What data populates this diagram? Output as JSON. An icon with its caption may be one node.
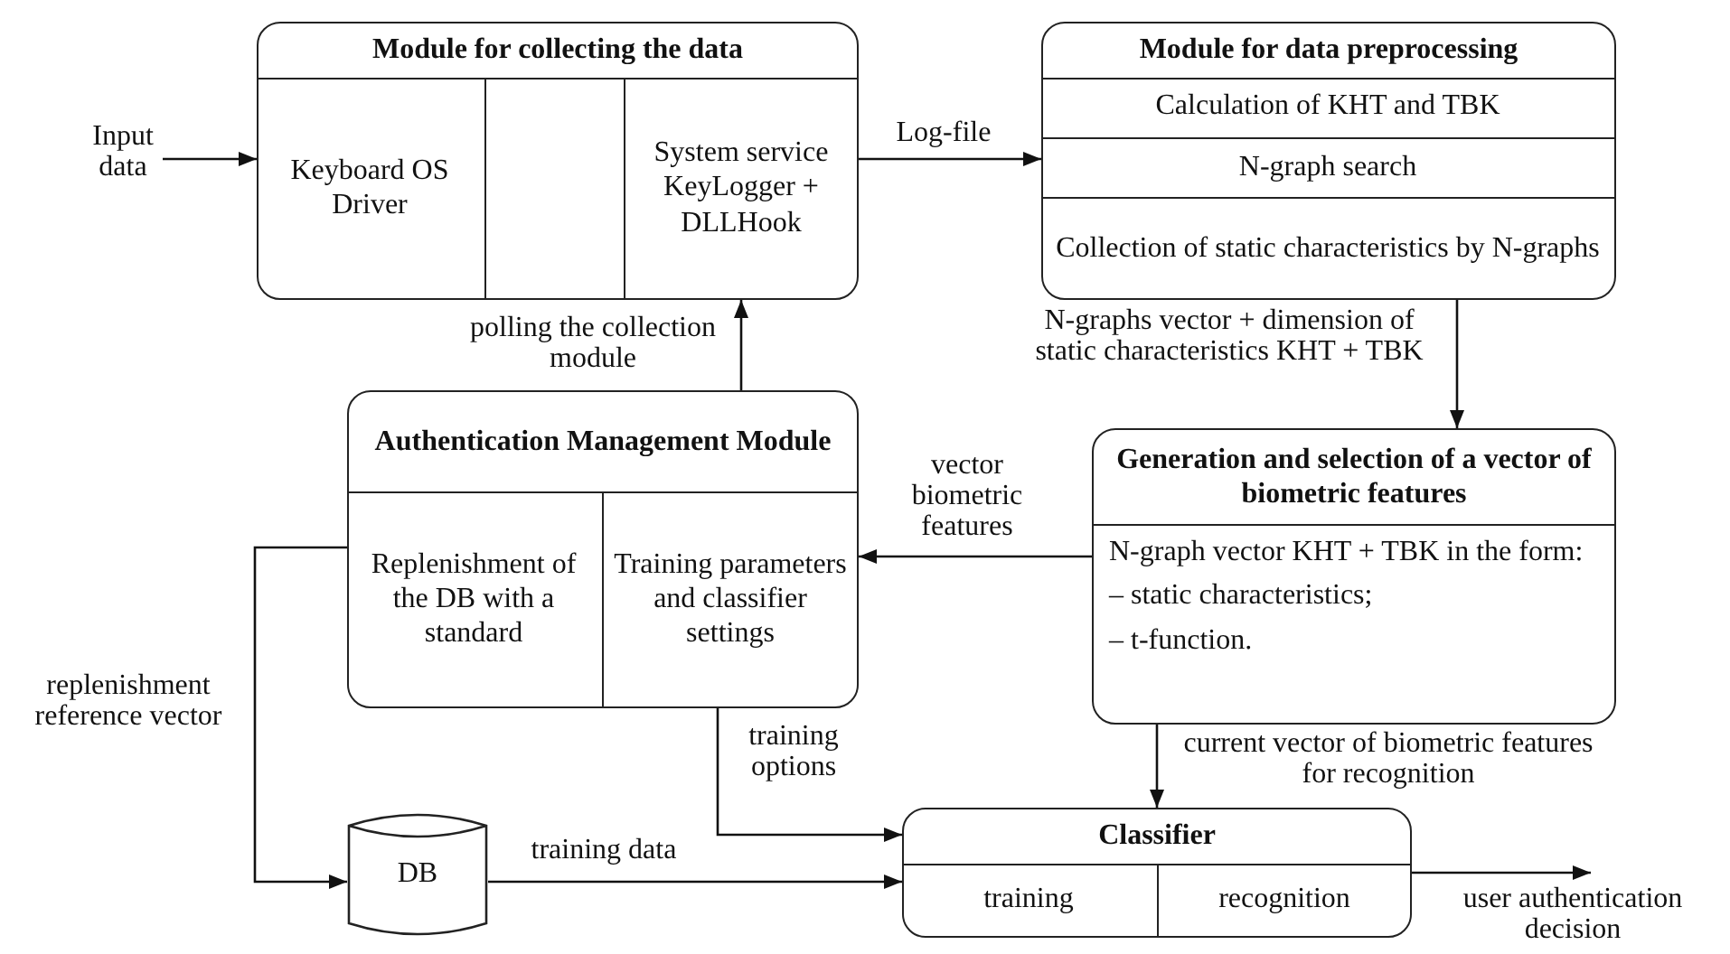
{
  "diagram": {
    "nodes": [
      {
        "text": [
          "Module for collecting the data"
        ]
      },
      {
        "text": [
          "Keyboard OS Driver"
        ],
        "in": 0
      },
      {
        "text": [],
        "shape": "box",
        "in": 0
      },
      {
        "text": [
          "System service KeyLogger + DLLHook"
        ],
        "in": 0
      },
      {
        "text": [
          "Module for data preprocessing"
        ]
      },
      {
        "text": [
          "Calculation of KHT and TBK"
        ],
        "in": 4
      },
      {
        "text": [
          "N-graph search"
        ],
        "in": 4
      },
      {
        "text": [
          "Collection of static characteristics by N-graphs"
        ],
        "in": 4
      },
      {
        "text": [
          "Authentication Management Module"
        ]
      },
      {
        "text": [
          "Replenishment of the DB with a standard"
        ],
        "in": 8
      },
      {
        "text": [
          "Training parameters and classifier settings"
        ],
        "in": 8
      },
      {
        "text": [
          "Generation and selection of a vector of biometric features"
        ]
      },
      {
        "text": [
          "N-graph vector KHT + TBK in the form:",
          "– static characteristics;",
          "– t-function."
        ],
        "in": 11
      },
      {
        "text": [
          "DB"
        ]
      },
      {
        "text": [
          "Classifier"
        ]
      },
      {
        "text": [
          "training"
        ],
        "in": 14
      },
      {
        "text": [
          "recognition"
        ],
        "in": 14
      }
    ],
    "edges": [
      {
        "from": null,
        "to": 1,
        "arrow": "to",
        "label": "Input data"
      },
      {
        "from": 0,
        "to": 4,
        "arrow": "to",
        "label": "Log-file"
      },
      {
        "from": 8,
        "to": 3,
        "arrow": "to",
        "label": "polling the collection module"
      },
      {
        "from": 7,
        "to": 11,
        "arrow": "to",
        "label": "N-graphs vector + dimension of static characteristics KHT + TBK"
      },
      {
        "from": 12,
        "to": 10,
        "arrow": "to",
        "label": "vector biometric features"
      },
      {
        "from": 9,
        "to": 13,
        "arrow": "to",
        "label": "replenishment reference vector"
      },
      {
        "from": 10,
        "to": 14,
        "arrow": "to",
        "label": "training options"
      },
      {
        "from": 13,
        "to": 14,
        "arrow": "to",
        "label": "training data"
      },
      {
        "from": 12,
        "to": 14,
        "arrow": "to",
        "label": "current vector of biometric features for recognition"
      },
      {
        "from": 14,
        "to": null,
        "arrow": "to",
        "label": "user authentication decision"
      }
    ]
  }
}
